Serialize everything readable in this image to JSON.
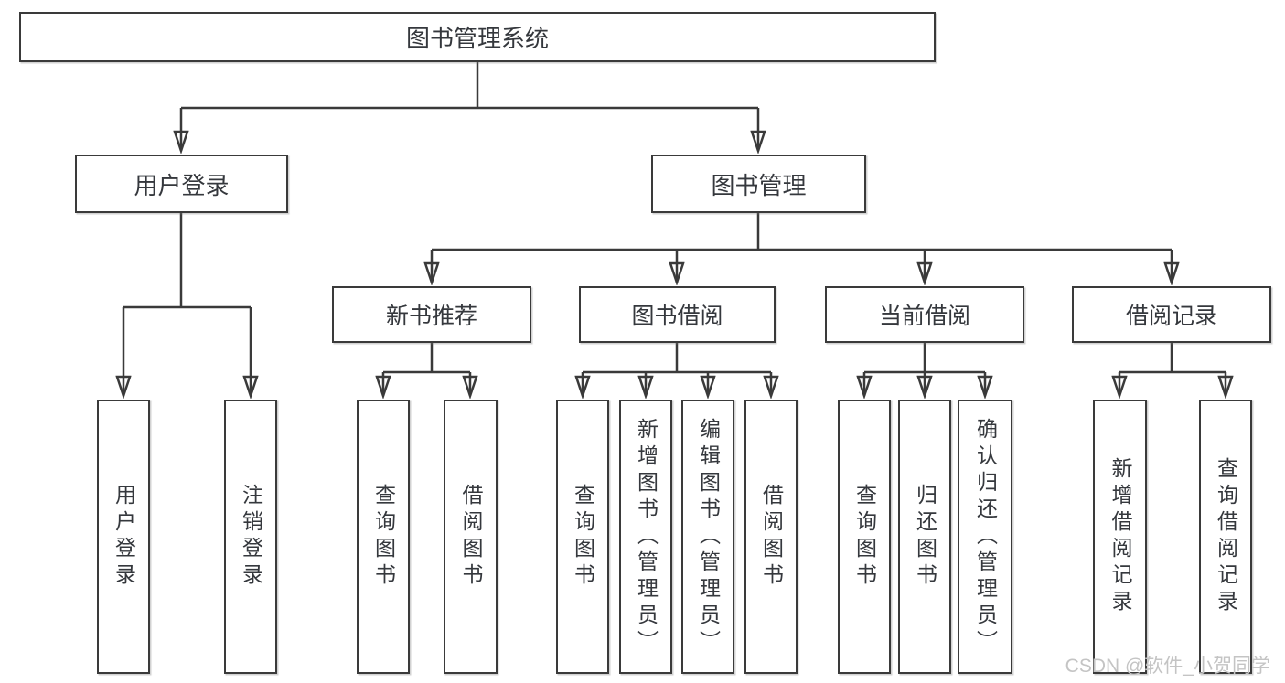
{
  "diagram": {
    "root": {
      "label": "图书管理系统"
    },
    "level2": [
      {
        "label": "用户登录"
      },
      {
        "label": "图书管理"
      }
    ],
    "level3": [
      {
        "label": "新书推荐"
      },
      {
        "label": "图书借阅"
      },
      {
        "label": "当前借阅"
      },
      {
        "label": "借阅记录"
      }
    ],
    "user_login_leaves": [
      {
        "label": "用户登录"
      },
      {
        "label": "注销登录"
      }
    ],
    "new_books_leaves": [
      {
        "label": "查询图书"
      },
      {
        "label": "借阅图书"
      }
    ],
    "book_borrow_leaves": [
      {
        "label": "查询图书"
      },
      {
        "label": "新增图书（管理员）"
      },
      {
        "label": "编辑图书（管理员）"
      },
      {
        "label": "借阅图书"
      }
    ],
    "current_borrow_leaves": [
      {
        "label": "查询图书"
      },
      {
        "label": "归还图书"
      },
      {
        "label": "确认归还（管理员）"
      }
    ],
    "borrow_records_leaves": [
      {
        "label": "新增借阅记录"
      },
      {
        "label": "查询借阅记录"
      }
    ],
    "colors": {
      "line": "#3a3a3a",
      "box_border": "#3a3a3a",
      "text": "#35383d",
      "background": "#ffffff",
      "watermark": "#c4c4c4"
    }
  },
  "watermark": {
    "text": "CSDN @软件_小贺同学"
  }
}
